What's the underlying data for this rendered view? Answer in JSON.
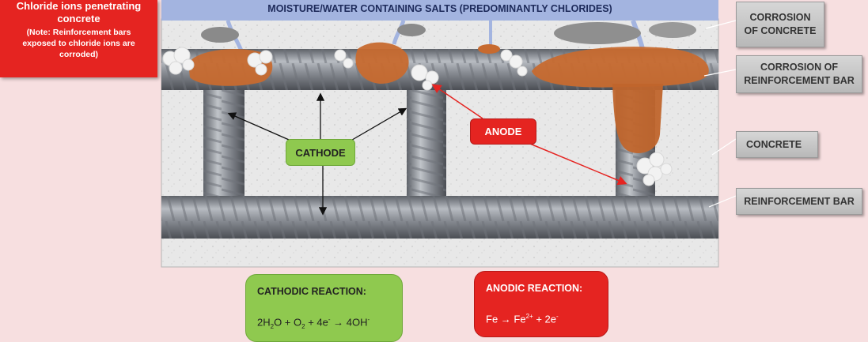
{
  "banner": "MOISTURE/WATER CONTAINING SALTS (PREDOMINANTLY CHLORIDES)",
  "chloride": {
    "title_line1": "Chloride ions penetrating",
    "title_line2": "concrete",
    "note_line1": "(Note: Reinforcement bars",
    "note_line2": "exposed to chloride ions are",
    "note_line3": "corroded)"
  },
  "labels": {
    "corrosion_concrete_1": "CORROSION",
    "corrosion_concrete_2": "OF CONCRETE",
    "corrosion_bar_1": "CORROSION OF",
    "corrosion_bar_2": "REINFORCEMENT BAR",
    "concrete": "CONCRETE",
    "reinforcement_bar": "REINFORCEMENT BAR",
    "cathode": "CATHODE",
    "anode": "ANODE"
  },
  "reactions": {
    "cathodic_title": "CATHODIC REACTION:",
    "cathodic_eq": {
      "a": "2H",
      "a_sub": "2",
      "b": "O + O",
      "b_sub": "2",
      "c": " + 4e",
      "c_sup": "-",
      "d": " → 4OH",
      "d_sup": "-"
    },
    "anodic_title": "ANODIC REACTION:",
    "anodic_eq": {
      "a": "Fe → Fe",
      "a_sup": "2+",
      "b": " + 2e",
      "b_sup": "-"
    }
  },
  "colors": {
    "background": "#f7dfe0",
    "water": "#a3b4e0",
    "concrete": "#e9e9e9",
    "steel": "#8f939a",
    "rust": "#c76a2f",
    "red": "#e52421",
    "green": "#8fc94f",
    "grey_label": "#c8c8c8"
  }
}
